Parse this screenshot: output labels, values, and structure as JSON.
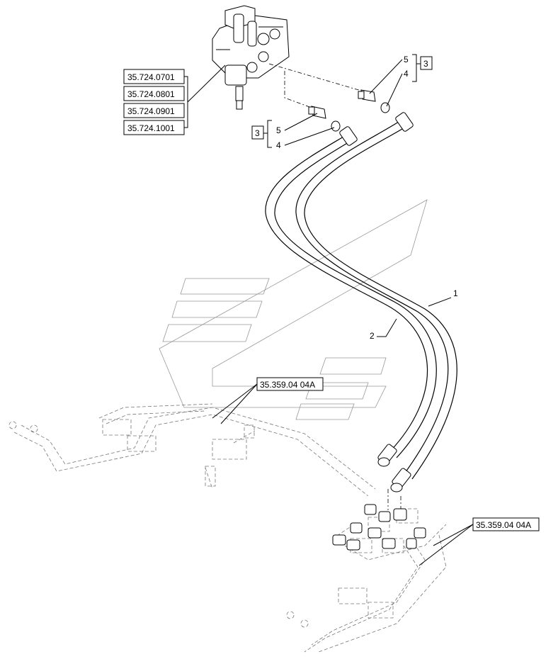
{
  "ref_codes": {
    "valve_codes": [
      "35.724.0701",
      "35.724.0801",
      "35.724.0901",
      "35.724.1001"
    ],
    "center_ref": "35.359.04 04A",
    "right_ref": "35.359.04 04A"
  },
  "callouts": {
    "group_top_right": {
      "group": "3",
      "top": "5",
      "bottom": "4"
    },
    "group_left": {
      "group": "3",
      "top": "5",
      "bottom": "4"
    },
    "hose_1": "1",
    "hose_2": "2"
  }
}
